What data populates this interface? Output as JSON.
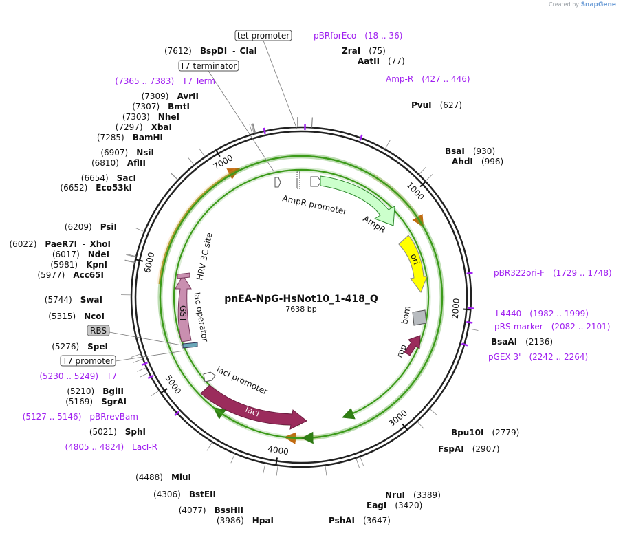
{
  "branding": {
    "created_by": "Created by",
    "product": "SnapGene"
  },
  "plasmid": {
    "name": "pnEA-NpG-HsNot10_1-418_Q",
    "size": "7638 bp",
    "length": 7638
  },
  "ticks": [
    "1000",
    "2000",
    "3000",
    "4000",
    "5000",
    "6000",
    "7000"
  ],
  "sites": [
    {
      "name": "ZraI",
      "pos": "(75)",
      "bp": 75
    },
    {
      "name": "AatII",
      "pos": "(77)",
      "bp": 77
    },
    {
      "name": "PvuI",
      "pos": "(627)",
      "bp": 627
    },
    {
      "name": "BsaI",
      "pos": "(930)",
      "bp": 930
    },
    {
      "name": "AhdI",
      "pos": "(996)",
      "bp": 996
    },
    {
      "name": "BsaAI",
      "pos": "(2136)",
      "bp": 2136
    },
    {
      "name": "Bpu10I",
      "pos": "(2779)",
      "bp": 2779
    },
    {
      "name": "FspAI",
      "pos": "(2907)",
      "bp": 2907
    },
    {
      "name": "NruI",
      "pos": "(3389)",
      "bp": 3389
    },
    {
      "name": "EagI",
      "pos": "(3420)",
      "bp": 3420
    },
    {
      "name": "PshAI",
      "pos": "(3647)",
      "bp": 3647
    },
    {
      "name": "HpaI",
      "pos": "(3986)",
      "bp": 3986
    },
    {
      "name": "BssHII",
      "pos": "(4077)",
      "bp": 4077
    },
    {
      "name": "BstEII",
      "pos": "(4306)",
      "bp": 4306
    },
    {
      "name": "MluI",
      "pos": "(4488)",
      "bp": 4488
    },
    {
      "name": "SphI",
      "pos": "(5021)",
      "bp": 5021
    },
    {
      "name": "SgrAI",
      "pos": "(5169)",
      "bp": 5169
    },
    {
      "name": "BglII",
      "pos": "(5210)",
      "bp": 5210
    },
    {
      "name": "SpeI",
      "pos": "(5276)",
      "bp": 5276
    },
    {
      "name": "NcoI",
      "pos": "(5315)",
      "bp": 5315
    },
    {
      "name": "SwaI",
      "pos": "(5744)",
      "bp": 5744
    },
    {
      "name": "Acc65I",
      "pos": "(5977)",
      "bp": 5977
    },
    {
      "name": "KpnI",
      "pos": "(5981)",
      "bp": 5981
    },
    {
      "name": "NdeI",
      "pos": "(6017)",
      "bp": 6017
    },
    {
      "name": "PaeR7I",
      "name2": "XhoI",
      "pos": "(6022)",
      "bp": 6022
    },
    {
      "name": "PsiI",
      "pos": "(6209)",
      "bp": 6209
    },
    {
      "name": "Eco53kI",
      "pos": "(6652)",
      "bp": 6652
    },
    {
      "name": "SacI",
      "pos": "(6654)",
      "bp": 6654
    },
    {
      "name": "AflII",
      "pos": "(6810)",
      "bp": 6810
    },
    {
      "name": "NsiI",
      "pos": "(6907)",
      "bp": 6907
    },
    {
      "name": "BamHI",
      "pos": "(7285)",
      "bp": 7285
    },
    {
      "name": "XbaI",
      "pos": "(7297)",
      "bp": 7297
    },
    {
      "name": "NheI",
      "pos": "(7303)",
      "bp": 7303
    },
    {
      "name": "BmtI",
      "pos": "(7307)",
      "bp": 7307
    },
    {
      "name": "AvrII",
      "pos": "(7309)",
      "bp": 7309
    },
    {
      "name": "BspDI",
      "name2": "ClaI",
      "pos": "(7612)",
      "bp": 7612
    }
  ],
  "primers": [
    {
      "name": "pBRforEco",
      "range": "(18 .. 36)",
      "bp": 27
    },
    {
      "name": "Amp-R",
      "range": "(427 .. 446)",
      "bp": 436
    },
    {
      "name": "pBR322ori-F",
      "range": "(1729 .. 1748)",
      "bp": 1738
    },
    {
      "name": "L4440",
      "range": "(1982 .. 1999)",
      "bp": 1990
    },
    {
      "name": "pRS-marker",
      "range": "(2082 .. 2101)",
      "bp": 2091
    },
    {
      "name": "pGEX 3'",
      "range": "(2242 .. 2264)",
      "bp": 2253
    },
    {
      "name": "LacI-R",
      "range": "(4805 .. 4824)",
      "bp": 4814
    },
    {
      "name": "pBRrevBam",
      "range": "(5127 .. 5146)",
      "bp": 5136
    },
    {
      "name": "T7",
      "range": "(5230 .. 5249)",
      "bp": 5239
    },
    {
      "name": "T7 Term",
      "range": "(7365 .. 7383)",
      "bp": 7374
    }
  ],
  "boxed_labels": [
    {
      "text": "tet promoter",
      "style": "white"
    },
    {
      "text": "T7 terminator",
      "style": "white"
    },
    {
      "text": "RBS",
      "style": "gray"
    },
    {
      "text": "T7 promoter",
      "style": "white"
    }
  ],
  "features": [
    {
      "label": "AmpR promoter"
    },
    {
      "label": "AmpR"
    },
    {
      "label": "ori"
    },
    {
      "label": "bom"
    },
    {
      "label": "rop"
    },
    {
      "label": "lacI promoter"
    },
    {
      "label": "lacI"
    },
    {
      "label": "lac operator"
    },
    {
      "label": "GST"
    },
    {
      "label": "HRV 3C site"
    }
  ],
  "colors": {
    "backbone": "#222222",
    "site_text": "#111111",
    "primer": "#a020f0",
    "ampr": "#ccffcc",
    "ori": "#ffff00",
    "laci": "#9b2c5c",
    "gst": "#c98fb0",
    "orange_arc": "#f2a03d",
    "green_arc": "#3c9a1a"
  }
}
